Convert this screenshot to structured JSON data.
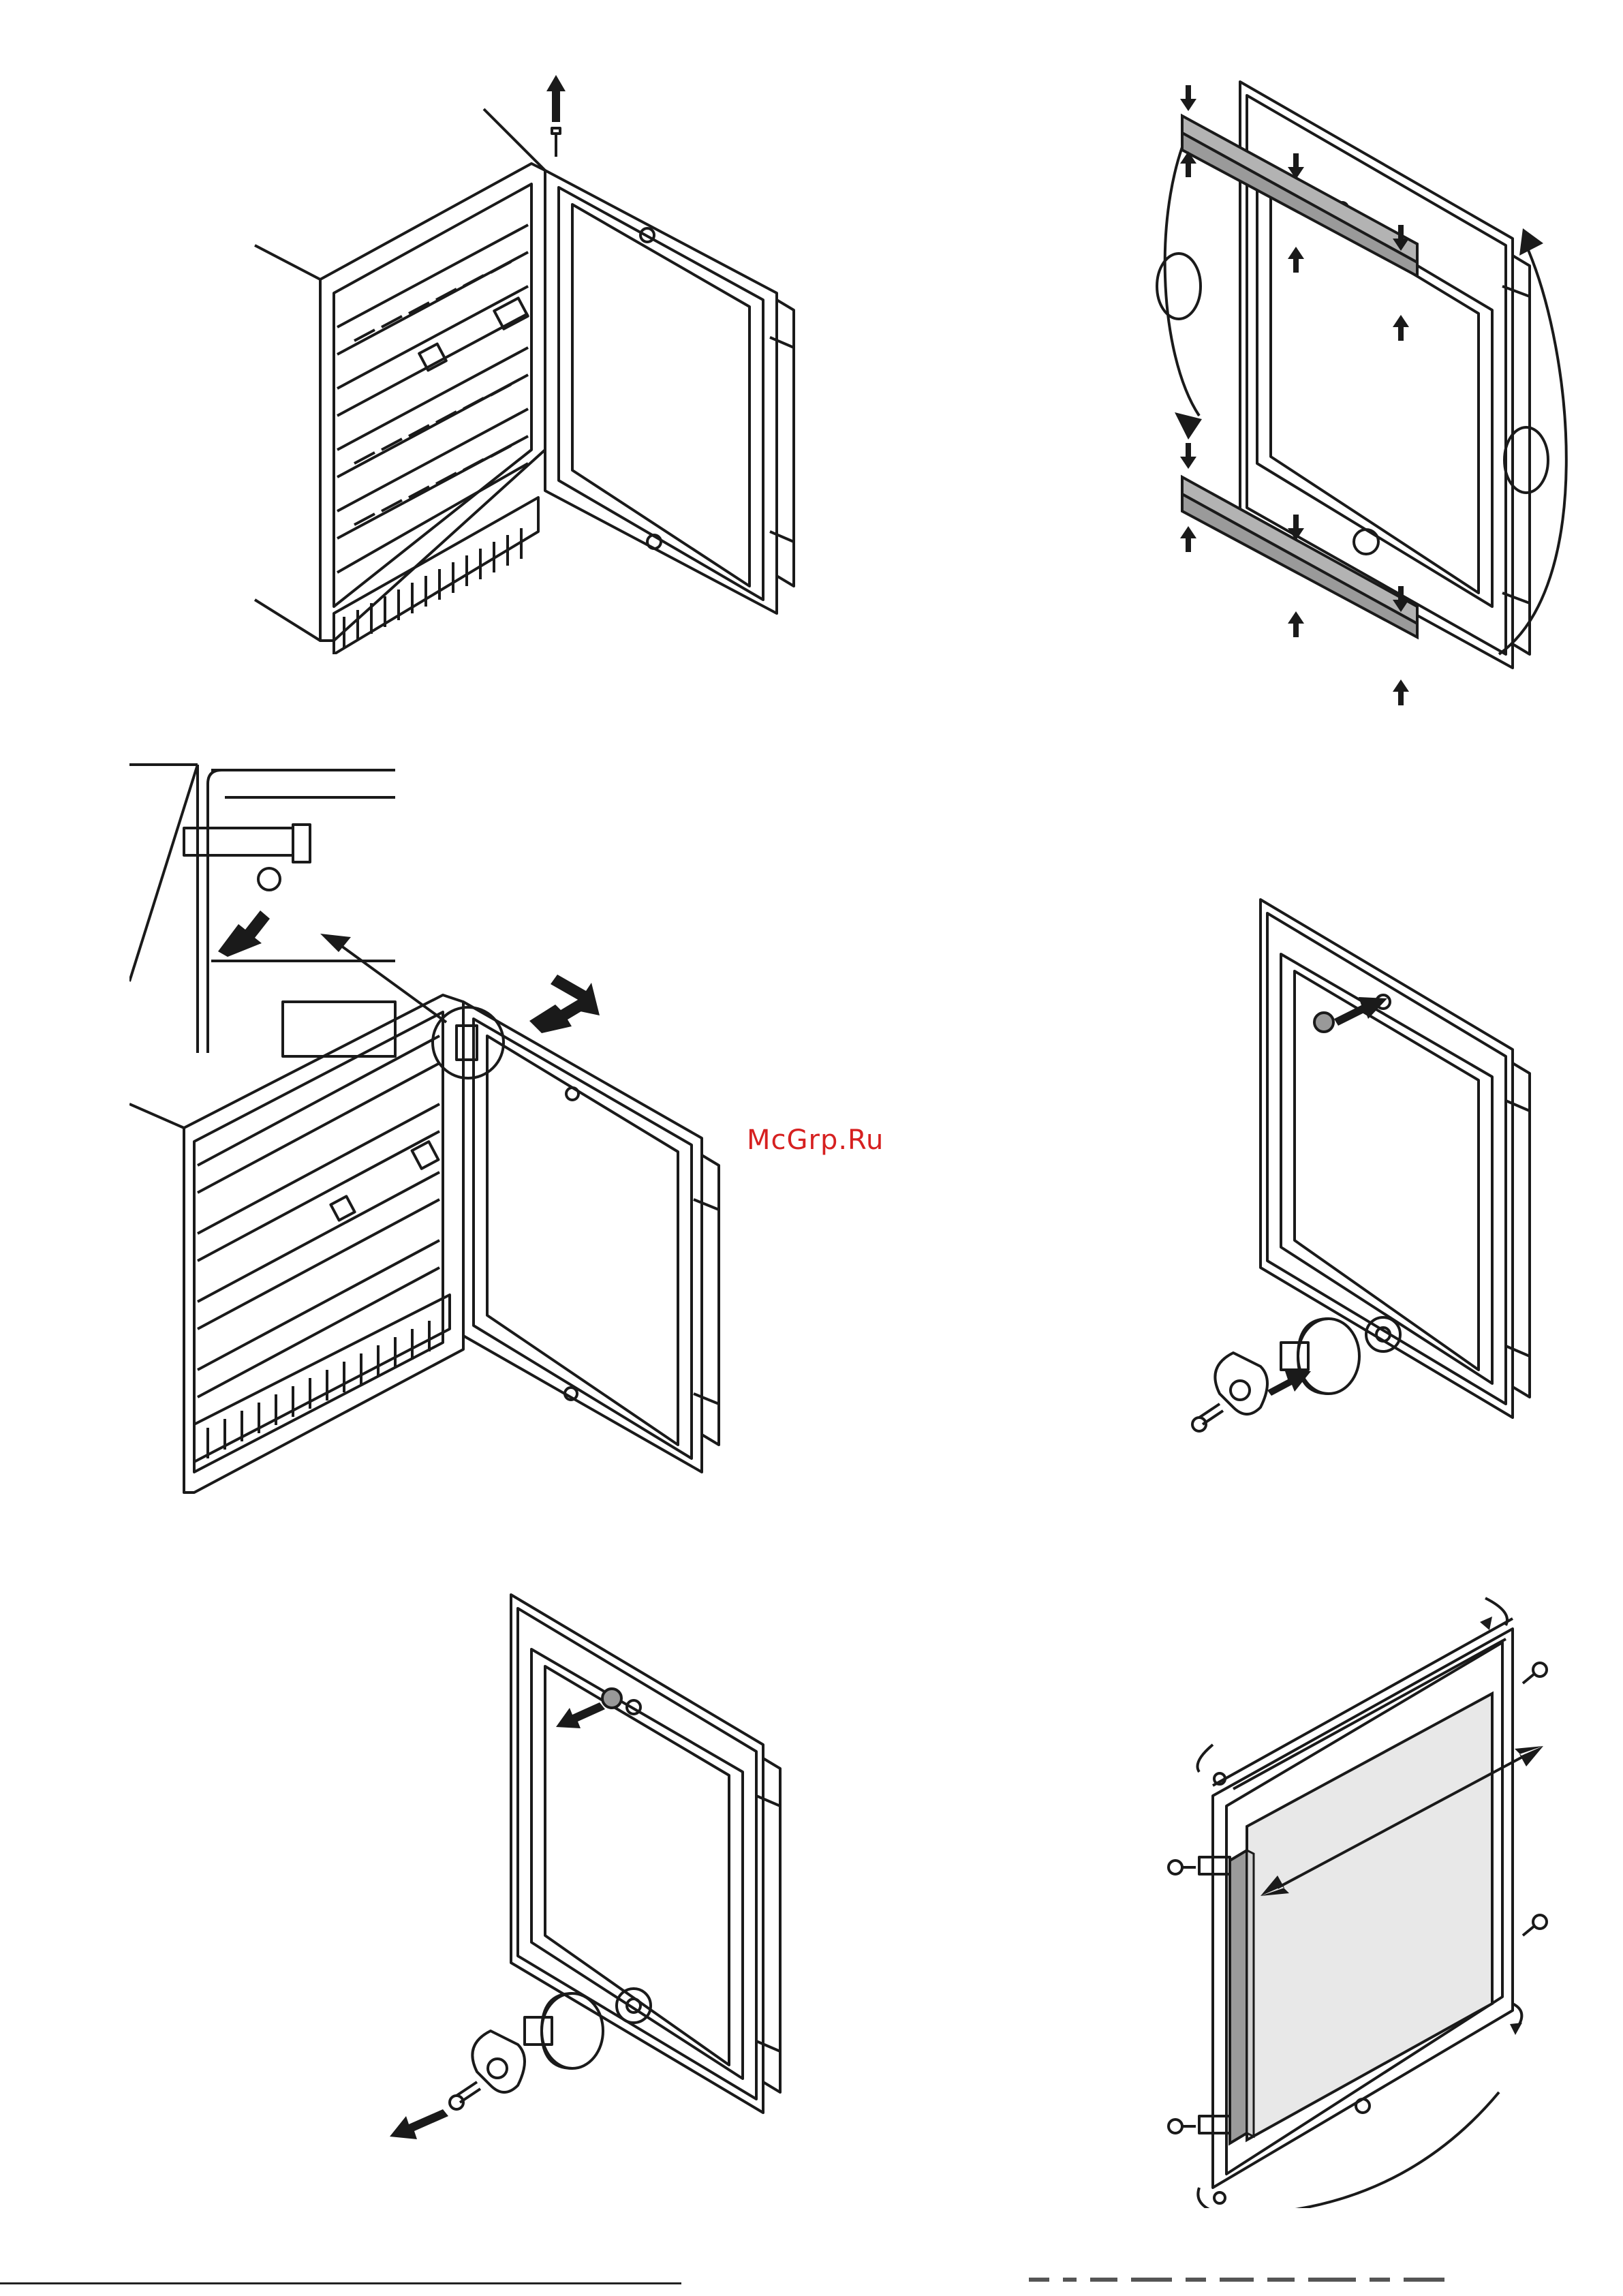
{
  "watermark": {
    "text": "McGrp.Ru",
    "color": "#d62020"
  },
  "figures": [
    {
      "id": "fig-1",
      "icon": "cabinet-open-door-remove-hinge-pin"
    },
    {
      "id": "fig-2",
      "icon": "door-swap-trim-rails"
    },
    {
      "id": "fig-3",
      "icon": "cabinet-detail-top-hinge"
    },
    {
      "id": "fig-4",
      "icon": "door-insert-cap-and-bushing"
    },
    {
      "id": "fig-5",
      "icon": "door-remove-cap-and-bushing"
    },
    {
      "id": "fig-6",
      "icon": "door-glass-panel-with-handle-screws"
    }
  ],
  "colors": {
    "line": "#1a1a1a",
    "panel_fill": "#e8e8e8",
    "rail_fill": "#b3b3b3"
  }
}
